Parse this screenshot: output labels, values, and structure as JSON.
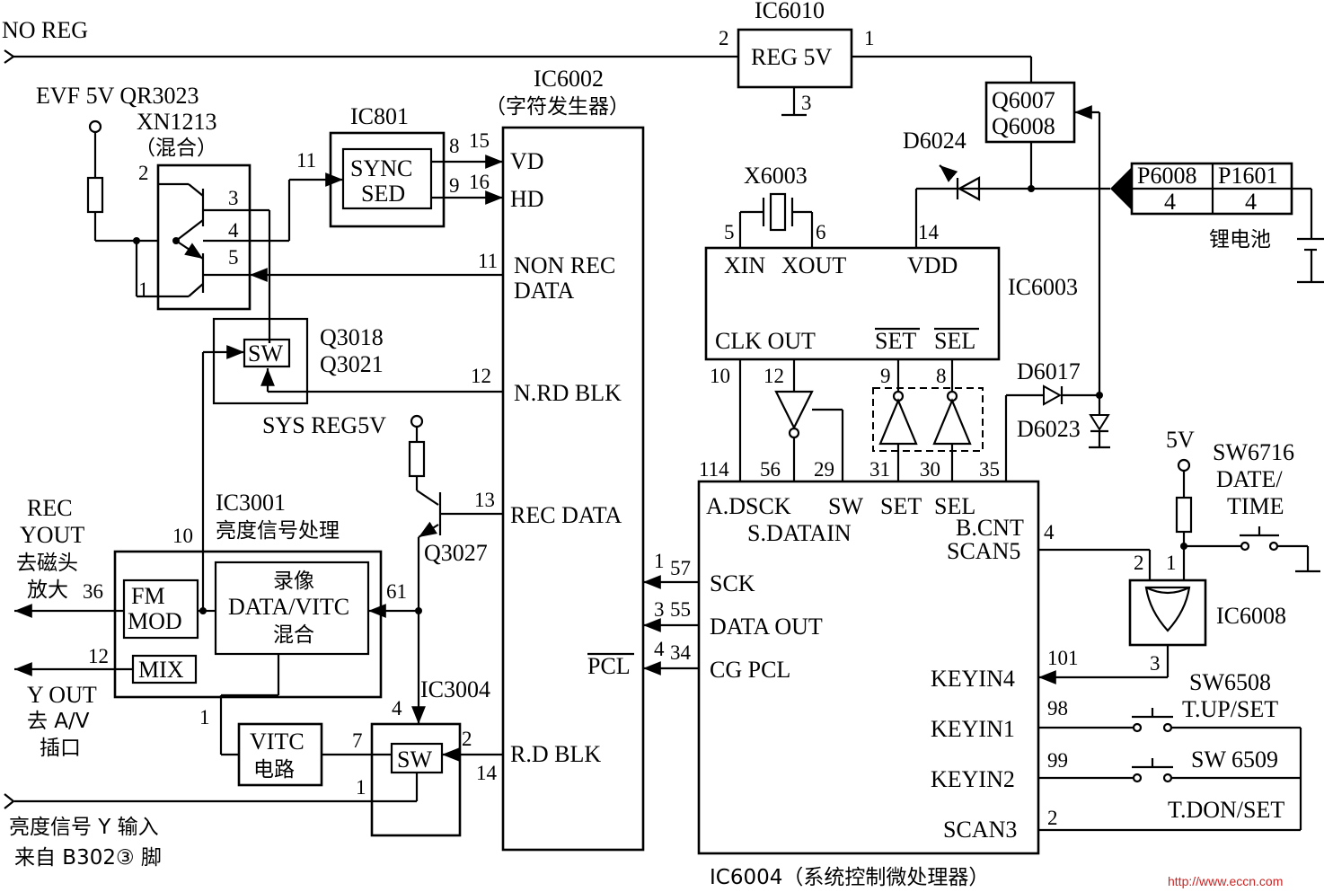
{
  "labels": {
    "no_reg": "NO REG",
    "ic6010": "IC6010",
    "reg5v": "REG 5V",
    "evf": "EVF 5V QR3023",
    "xn1213": "XN1213",
    "hunhe": "（混合）",
    "ic801": "IC801",
    "sync": "SYNC",
    "sed": "SED",
    "ic6002": "IC6002",
    "zifu": "（字符发生器）",
    "vd": "VD",
    "hd": "HD",
    "nonrec": "NON REC",
    "data": "DATA",
    "nrdblk": "N.RD BLK",
    "recdata": "REC DATA",
    "pcl": "PCL",
    "rdblk": "R.D BLK",
    "sw": "SW",
    "q3018": "Q3018",
    "q3021": "Q3021",
    "sysreg": "SYS REG5V",
    "q3027": "Q3027",
    "ic3001": "IC3001",
    "liangdu_proc": "亮度信号处理",
    "fm": "FM",
    "mod": "MOD",
    "luxiang": "录像",
    "datavitc": "DATA/VITC",
    "hunhe2": "混合",
    "mix": "MIX",
    "rec": "REC",
    "yout": "YOUT",
    "qucitou": "去磁头",
    "fangda": "放大",
    "yout2": "Y OUT",
    "qu_av": "去 A/V",
    "chakou": "插口",
    "ic3004": "IC3004",
    "vitc": "VITC",
    "dianlu": "电路",
    "yinput1": "亮度信号 Y 输入",
    "yinput2": "来自 B302③ 脚",
    "q6007": "Q6007",
    "q6008": "Q6008",
    "d6024": "D6024",
    "x6003": "X6003",
    "p6008": "P6008",
    "p1601": "P1601",
    "libattery": "锂电池",
    "ic6003": "IC6003",
    "xin": "XIN",
    "xout": "XOUT",
    "vdd": "VDD",
    "clkout": "CLK OUT",
    "set": "SET",
    "sel": "SEL",
    "d6017": "D6017",
    "d6023": "D6023",
    "fivev": "5V",
    "sw6716": "SW6716",
    "date": "DATE/",
    "time": "TIME",
    "adsck": "A.DSCK",
    "sdatain": "S.DATAIN",
    "sw2": "SW",
    "set2": "SET",
    "sel2": "SEL",
    "bcnt": "B.CNT",
    "scan5": "SCAN5",
    "sck": "SCK",
    "dataout": "DATA OUT",
    "cgpcl": "CG PCL",
    "keyin4": "KEYIN4",
    "keyin1": "KEYIN1",
    "keyin2": "KEYIN2",
    "scan3": "SCAN3",
    "ic6008": "IC6008",
    "sw6508": "SW6508",
    "tupset": "T.UP/SET",
    "sw6509": "SW 6509",
    "tdonset": "T.DON/SET",
    "ic6004": "IC6004（系统控制微处理器）",
    "watermark": "http://www.eccn.com"
  },
  "pins": {
    "p2": "2",
    "p1": "1",
    "p3": "3",
    "p4": "4",
    "p5": "5",
    "p6": "6",
    "p7": "7",
    "p8": "8",
    "p9": "9",
    "p10": "10",
    "p11": "11",
    "p12": "12",
    "p13": "13",
    "p14": "14",
    "p15": "15",
    "p16": "16",
    "p29": "29",
    "p30": "30",
    "p31": "31",
    "p34": "34",
    "p35": "35",
    "p36": "36",
    "p55": "55",
    "p56": "56",
    "p57": "57",
    "p61": "61",
    "p98": "98",
    "p99": "99",
    "p101": "101",
    "p114": "114"
  }
}
